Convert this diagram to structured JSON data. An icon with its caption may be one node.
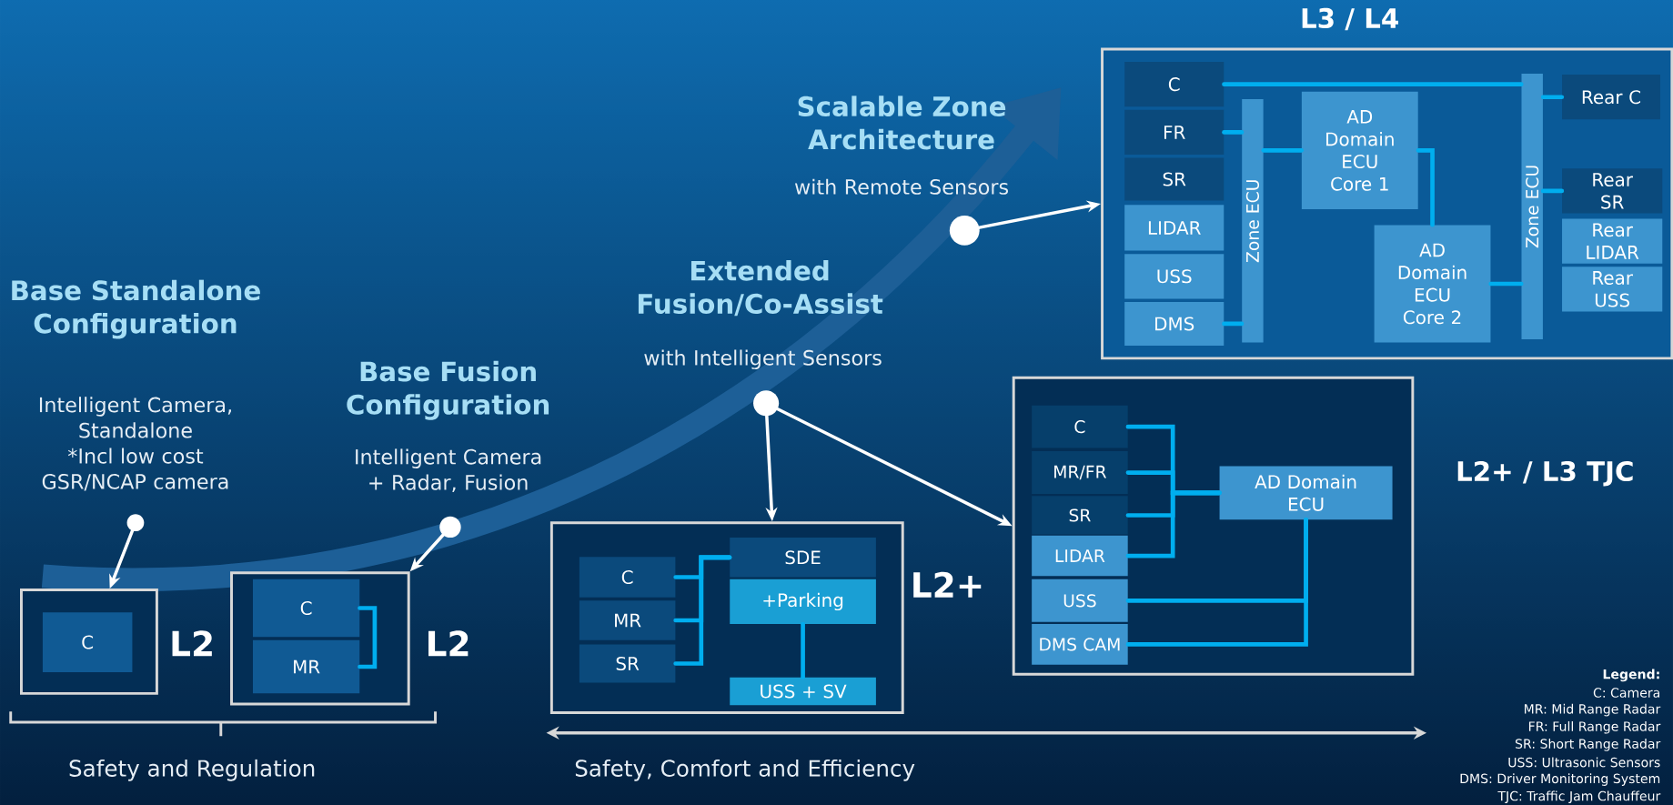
{
  "diagram": {
    "nodes": [
      {
        "text": [],
        "shape": "box",
        "beside": [
          "L2"
        ]
      },
      {
        "text": [
          "C"
        ],
        "in": 0
      },
      {
        "text": [],
        "shape": "circle",
        "beside": [
          "Base Standalone Configuration",
          "Intelligent Camera, Standalone *Incl low cost GSR/NCAP camera"
        ]
      },
      {
        "text": [],
        "shape": "box",
        "beside": [
          "L2"
        ]
      },
      {
        "text": [
          "C"
        ],
        "in": 3
      },
      {
        "text": [
          "MR"
        ],
        "in": 3
      },
      {
        "text": [],
        "shape": "circle",
        "beside": [
          "Base Fusion Configuration",
          "Intelligent Camera + Radar, Fusion"
        ]
      },
      {
        "text": [],
        "shape": "box",
        "beside": [
          "L2+"
        ]
      },
      {
        "text": [
          "C"
        ],
        "in": 7
      },
      {
        "text": [
          "MR"
        ],
        "in": 7
      },
      {
        "text": [
          "SR"
        ],
        "in": 7
      },
      {
        "text": [
          "SDE"
        ],
        "in": 7
      },
      {
        "text": [
          "+Parking"
        ],
        "in": 7
      },
      {
        "text": [
          "USS + SV"
        ],
        "in": 7
      },
      {
        "text": [],
        "shape": "circle",
        "beside": [
          "Extended Fusion/Co-Assist",
          "with Intelligent Sensors"
        ]
      },
      {
        "text": [],
        "shape": "box",
        "beside": [
          "L2+ / L3 TJC"
        ]
      },
      {
        "text": [
          "C"
        ],
        "in": 15
      },
      {
        "text": [
          "MR/FR"
        ],
        "in": 15
      },
      {
        "text": [
          "SR"
        ],
        "in": 15
      },
      {
        "text": [
          "LIDAR"
        ],
        "in": 15
      },
      {
        "text": [
          "USS"
        ],
        "in": 15
      },
      {
        "text": [
          "DMS CAM"
        ],
        "in": 15
      },
      {
        "text": [
          "AD Domain ECU"
        ],
        "in": 15
      },
      {
        "text": [],
        "shape": "circle",
        "beside": [
          "Scalable Zone Architecture",
          "with Remote Sensors"
        ]
      },
      {
        "text": [],
        "shape": "box",
        "beside": [
          "L3 / L4"
        ]
      },
      {
        "text": [
          "C"
        ],
        "in": 24
      },
      {
        "text": [
          "FR"
        ],
        "in": 24
      },
      {
        "text": [
          "SR"
        ],
        "in": 24
      },
      {
        "text": [
          "LIDAR"
        ],
        "in": 24
      },
      {
        "text": [
          "USS"
        ],
        "in": 24
      },
      {
        "text": [
          "DMS"
        ],
        "in": 24
      },
      {
        "text": [
          "Zone ECU"
        ],
        "in": 24
      },
      {
        "text": [
          "AD Domain ECU Core 1"
        ],
        "in": 24
      },
      {
        "text": [
          "AD Domain ECU Core 2"
        ],
        "in": 24
      },
      {
        "text": [
          "Zone ECU"
        ],
        "in": 24
      },
      {
        "text": [
          "Rear C"
        ],
        "in": 24
      },
      {
        "text": [
          "Rear SR"
        ],
        "in": 24
      },
      {
        "text": [
          "Rear LIDAR"
        ],
        "in": 24
      },
      {
        "text": [
          "Rear USS"
        ],
        "in": 24
      }
    ],
    "edges": [
      {
        "from": 2,
        "to": 0,
        "arrow": "to",
        "color": "#ffffff"
      },
      {
        "from": 4,
        "to": 5,
        "arrow": "none"
      },
      {
        "from": 6,
        "to": 3,
        "arrow": "to",
        "color": "#ffffff"
      },
      {
        "from": 8,
        "to": 11,
        "arrow": "none"
      },
      {
        "from": 9,
        "to": 11,
        "arrow": "none"
      },
      {
        "from": 10,
        "to": 11,
        "arrow": "none"
      },
      {
        "from": 12,
        "to": 13,
        "arrow": "none"
      },
      {
        "from": 14,
        "to": 7,
        "arrow": "to",
        "color": "#ffffff"
      },
      {
        "from": 14,
        "to": 15,
        "arrow": "to",
        "color": "#ffffff"
      },
      {
        "from": 16,
        "to": 22,
        "arrow": "none"
      },
      {
        "from": 17,
        "to": 22,
        "arrow": "none"
      },
      {
        "from": 18,
        "to": 22,
        "arrow": "none"
      },
      {
        "from": 19,
        "to": 22,
        "arrow": "none"
      },
      {
        "from": 20,
        "to": 22,
        "arrow": "none"
      },
      {
        "from": 21,
        "to": 22,
        "arrow": "none"
      },
      {
        "from": 23,
        "to": 24,
        "arrow": "to",
        "color": "#ffffff"
      },
      {
        "from": 25,
        "to": 34,
        "arrow": "none"
      },
      {
        "from": 26,
        "to": 31,
        "arrow": "none"
      },
      {
        "from": 30,
        "to": 31,
        "arrow": "none"
      },
      {
        "from": 31,
        "to": 32,
        "arrow": "none"
      },
      {
        "from": 32,
        "to": 33,
        "arrow": "none"
      },
      {
        "from": 33,
        "to": 34,
        "arrow": "none"
      },
      {
        "from": 34,
        "to": 35,
        "arrow": "none"
      },
      {
        "from": 34,
        "to": 36,
        "arrow": "none"
      }
    ],
    "labels": [
      "Safety and Regulation",
      "Safety, Comfort and Efficiency",
      "Legend:",
      "C: Camera",
      "MR: Mid Range Radar",
      "FR: Full Range Radar",
      "SR: Short Range Radar",
      "USS: Ultrasonic Sensors",
      "DMS: Driver Monitoring System",
      "TJC: Traffic Jam Chauffeur"
    ]
  }
}
